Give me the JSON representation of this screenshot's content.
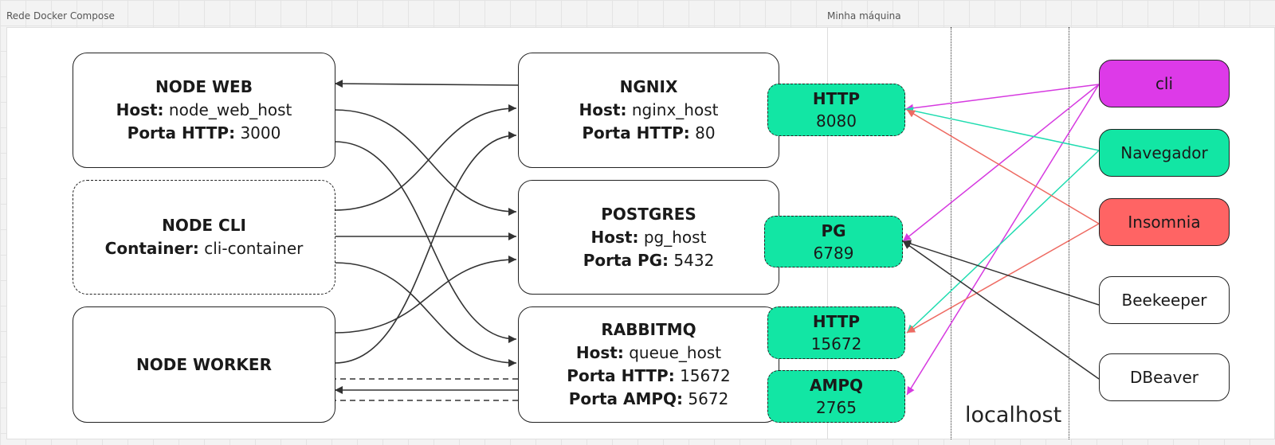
{
  "frames": {
    "docker_label": "Rede Docker Compose",
    "machine_label": "Minha máquina"
  },
  "services": {
    "node_web": {
      "title": "NODE WEB",
      "host_label": "Host:",
      "host": "node_web_host",
      "port_label": "Porta HTTP:",
      "port": "3000"
    },
    "node_cli": {
      "title": "NODE CLI",
      "container_label": "Container:",
      "container": "cli-container"
    },
    "node_worker": {
      "title": "NODE WORKER"
    },
    "nginx": {
      "title": "NGNIX",
      "host_label": "Host:",
      "host": "nginx_host",
      "port_label": "Porta HTTP:",
      "port": "80"
    },
    "postgres": {
      "title": "POSTGRES",
      "host_label": "Host:",
      "host": "pg_host",
      "port_label": "Porta PG:",
      "port": "5432"
    },
    "rabbitmq": {
      "title": "RABBITMQ",
      "host_label": "Host:",
      "host": "queue_host",
      "http_label": "Porta HTTP:",
      "http": "15672",
      "ampq_label": "Porta AMPQ:",
      "ampq": "5672"
    }
  },
  "ports": [
    {
      "name": "HTTP",
      "value": "8080"
    },
    {
      "name": "PG",
      "value": "6789"
    },
    {
      "name": "HTTP",
      "value": "15672"
    },
    {
      "name": "AMPQ",
      "value": "2765"
    }
  ],
  "zone_label": "localhost",
  "clients": [
    {
      "name": "cli",
      "color": "#dd3ae8"
    },
    {
      "name": "Navegador",
      "color": "#12e6a4"
    },
    {
      "name": "Insomnia",
      "color": "#ff6464"
    },
    {
      "name": "Beekeeper",
      "color": "#ffffff"
    },
    {
      "name": "DBeaver",
      "color": "#ffffff"
    }
  ],
  "colors": {
    "port_fill": "#12e6a4",
    "cli_edge": "#d63ae0",
    "navegador_edge": "#20dcb0",
    "insomnia_edge": "#ee6a62",
    "db_edge": "#333333"
  }
}
